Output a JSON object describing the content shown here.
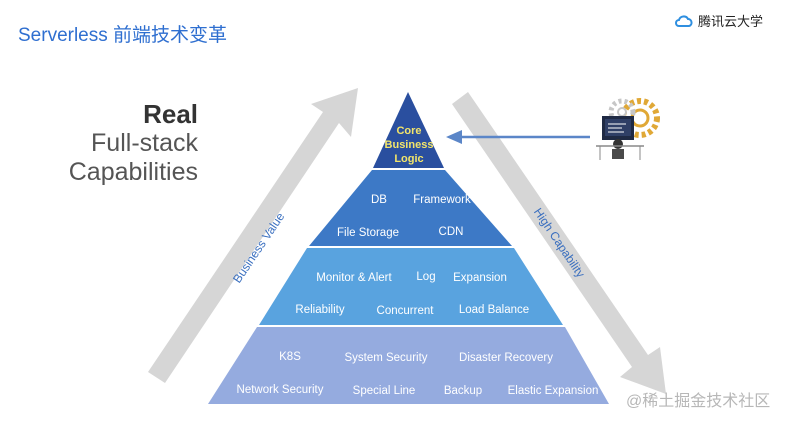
{
  "header": {
    "title": "Serverless 前端技术变革",
    "brand_name": "腾讯云大学"
  },
  "left_text": {
    "strong": "Real",
    "line2": "Full-stack",
    "line3": "Capabilities"
  },
  "arrows": {
    "left_label": "Business Value",
    "right_label": "High Capability"
  },
  "pyramid": {
    "top": {
      "lines": [
        "Core",
        "Business",
        "Logic"
      ],
      "color": "#2a4f9f",
      "text_color": "#f3e56a"
    },
    "tier2": {
      "color": "#3d79c6",
      "items": [
        "DB",
        "Framework",
        "File Storage",
        "CDN"
      ]
    },
    "tier3": {
      "color": "#59a3df",
      "items": [
        "Monitor & Alert",
        "Log",
        "Expansion",
        "Reliability",
        "Concurrent",
        "Load Balance"
      ]
    },
    "tier4": {
      "color": "#95abdf",
      "items": [
        "K8S",
        "System Security",
        "Disaster Recovery",
        "Network Security",
        "Special Line",
        "Backup",
        "Elastic Expansion"
      ]
    }
  },
  "icons": {
    "developer": "developer-with-gears-icon",
    "brand": "tencent-cloud-logo-icon"
  },
  "watermark": "@稀土掘金技术社区"
}
